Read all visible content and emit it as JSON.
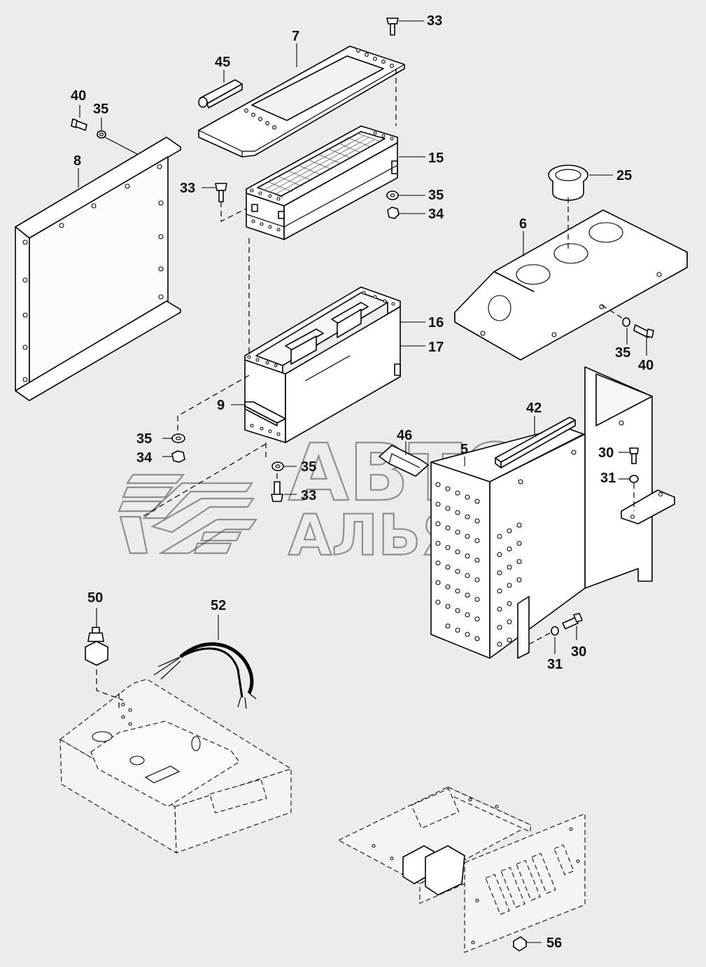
{
  "diagram": {
    "callouts": [
      {
        "id": "c-33-top",
        "label": "33"
      },
      {
        "id": "c-7",
        "label": "7"
      },
      {
        "id": "c-45",
        "label": "45"
      },
      {
        "id": "c-40-left",
        "label": "40"
      },
      {
        "id": "c-35-left",
        "label": "35"
      },
      {
        "id": "c-8",
        "label": "8"
      },
      {
        "id": "c-15",
        "label": "15"
      },
      {
        "id": "c-33-mid",
        "label": "33"
      },
      {
        "id": "c-35-mid",
        "label": "35"
      },
      {
        "id": "c-34-mid",
        "label": "34"
      },
      {
        "id": "c-25",
        "label": "25"
      },
      {
        "id": "c-6",
        "label": "6"
      },
      {
        "id": "c-16",
        "label": "16"
      },
      {
        "id": "c-17",
        "label": "17"
      },
      {
        "id": "c-35-right",
        "label": "35"
      },
      {
        "id": "c-40-right",
        "label": "40"
      },
      {
        "id": "c-9",
        "label": "9"
      },
      {
        "id": "c-42",
        "label": "42"
      },
      {
        "id": "c-46",
        "label": "46"
      },
      {
        "id": "c-5",
        "label": "5"
      },
      {
        "id": "c-35-low",
        "label": "35"
      },
      {
        "id": "c-34-low",
        "label": "34"
      },
      {
        "id": "c-35-bolt",
        "label": "35"
      },
      {
        "id": "c-33-bolt",
        "label": "33"
      },
      {
        "id": "c-30-top",
        "label": "30"
      },
      {
        "id": "c-31-top",
        "label": "31"
      },
      {
        "id": "c-50",
        "label": "50"
      },
      {
        "id": "c-52",
        "label": "52"
      },
      {
        "id": "c-31-bottom",
        "label": "31"
      },
      {
        "id": "c-30-bottom",
        "label": "30"
      },
      {
        "id": "c-56",
        "label": "56"
      }
    ]
  },
  "watermark": {
    "line1": "АВТО",
    "line2": "АЛЬЯНС"
  }
}
